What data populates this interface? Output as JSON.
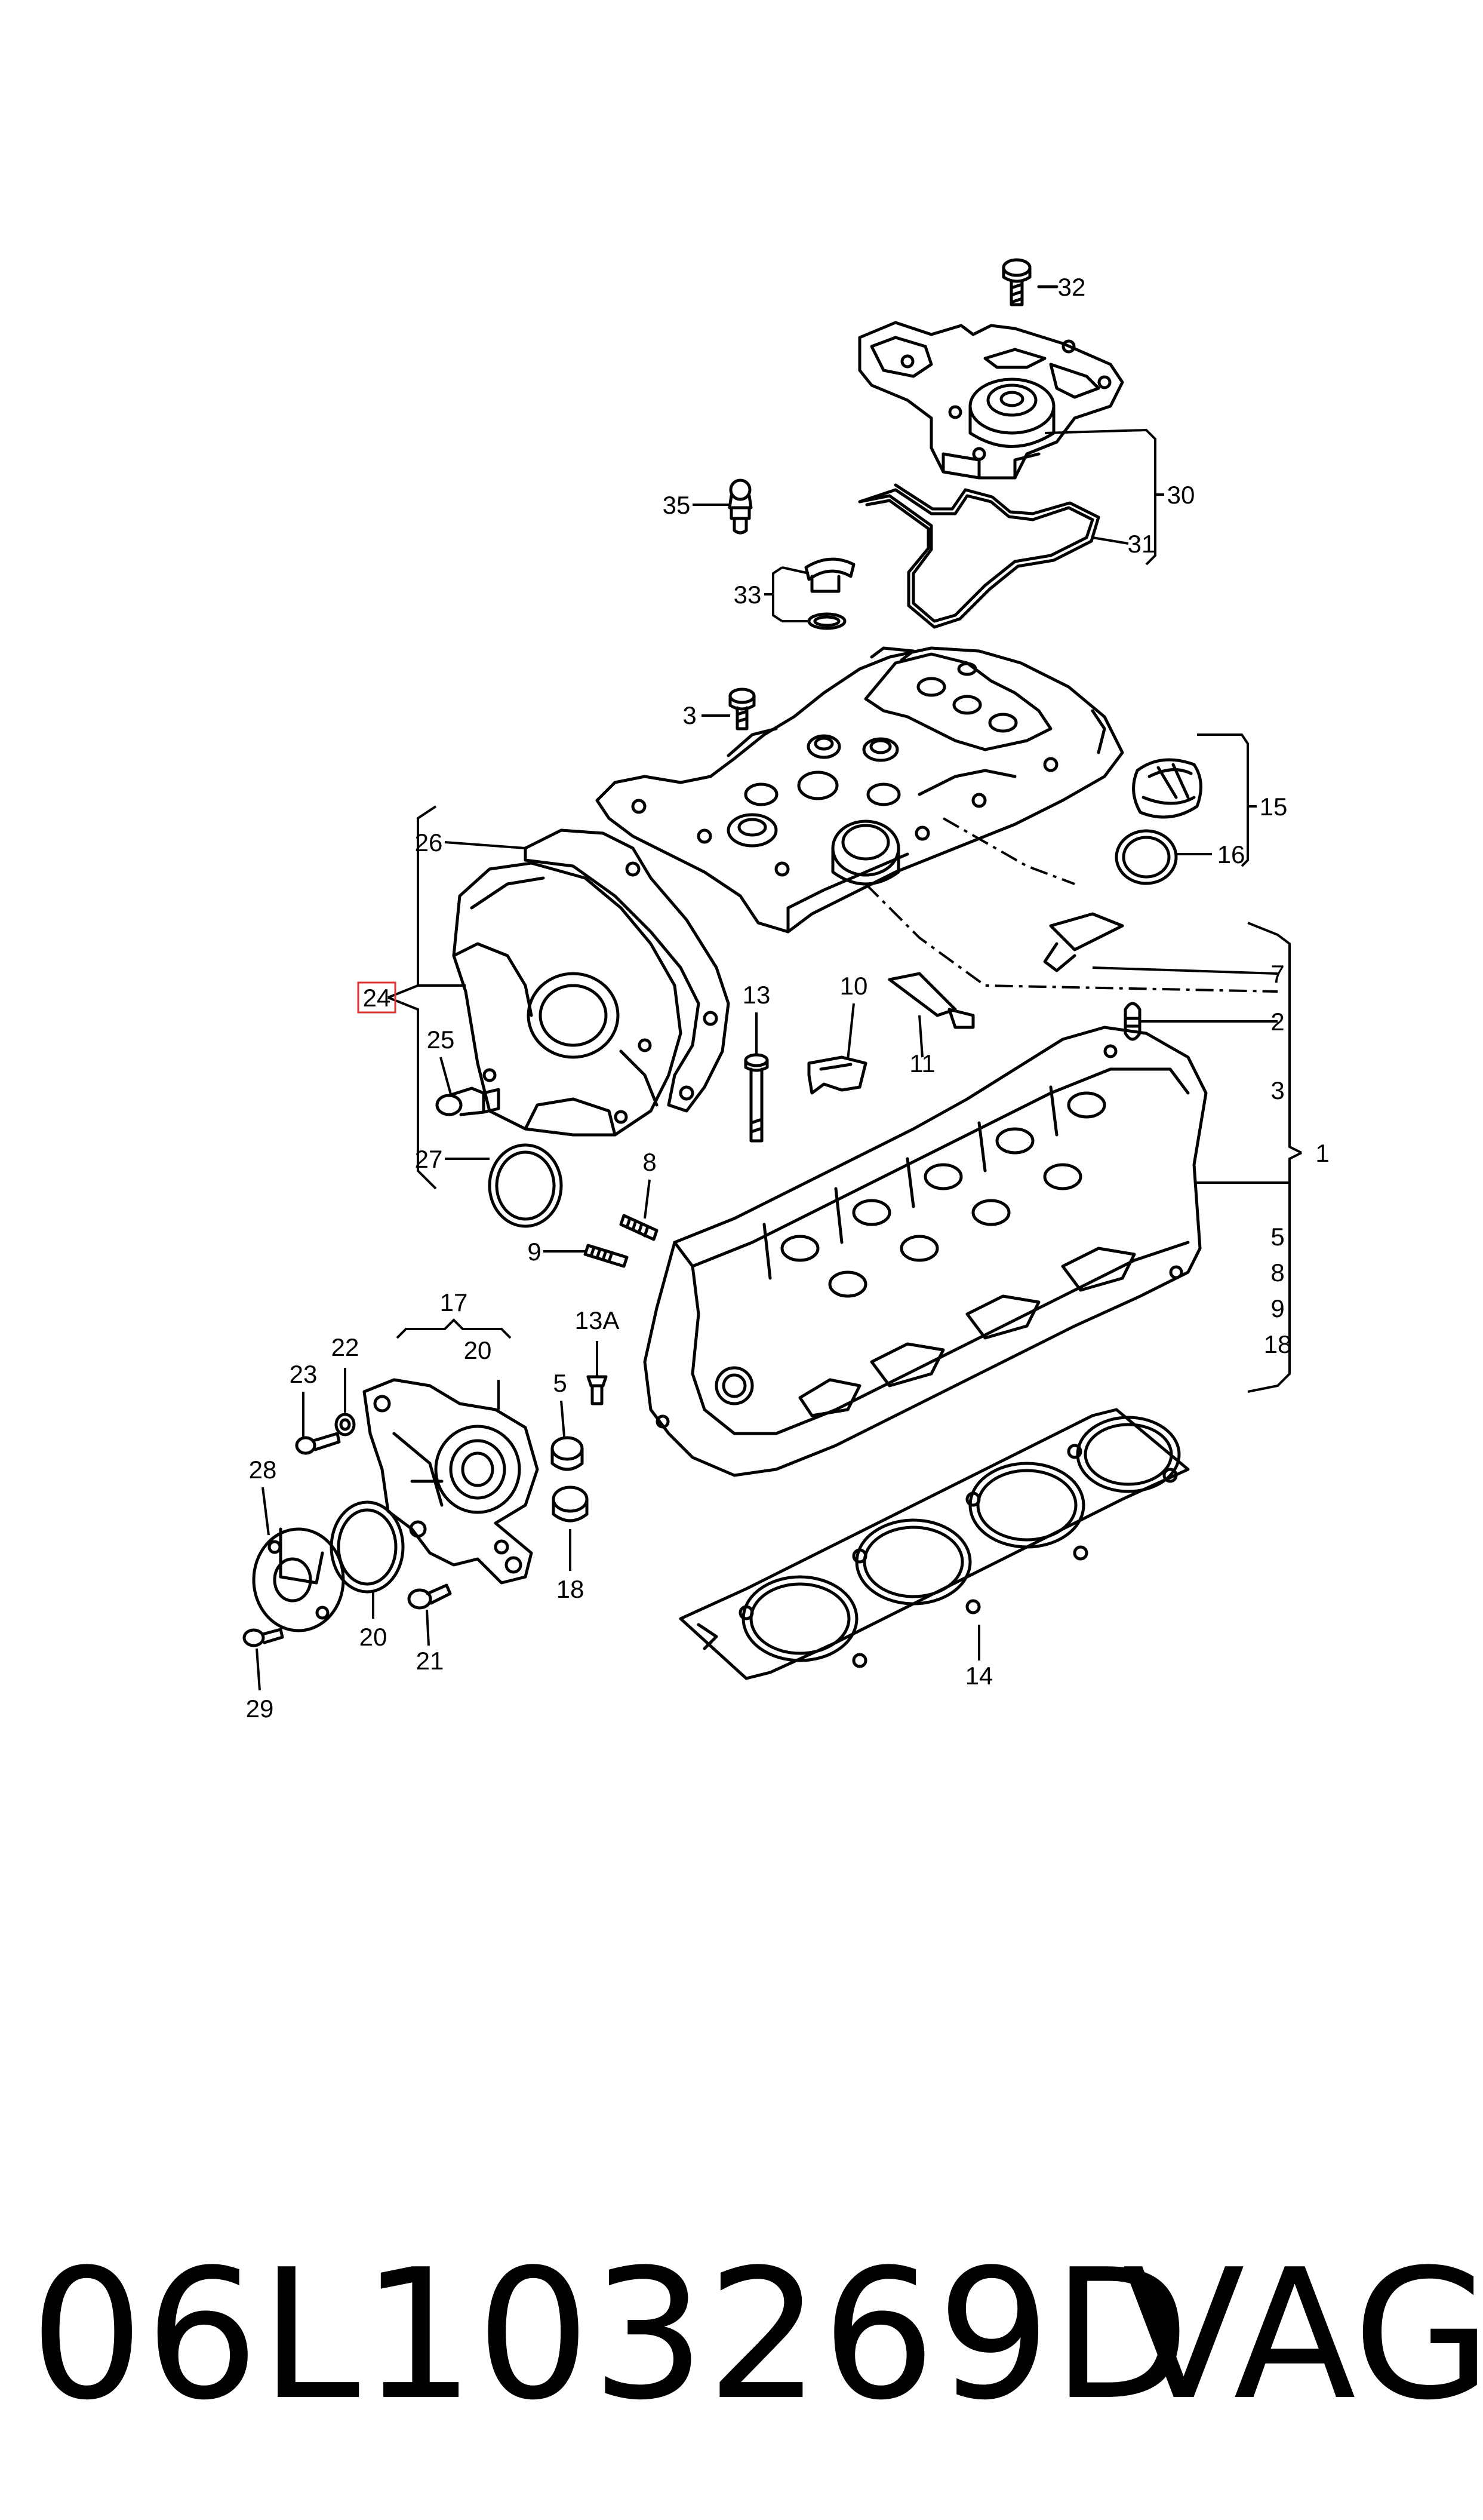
{
  "callouts": [
    {
      "id": "32",
      "label": "32"
    },
    {
      "id": "30",
      "label": "30"
    },
    {
      "id": "31",
      "label": "31"
    },
    {
      "id": "35",
      "label": "35"
    },
    {
      "id": "33",
      "label": "33"
    },
    {
      "id": "3a",
      "label": "3"
    },
    {
      "id": "15",
      "label": "15"
    },
    {
      "id": "16",
      "label": "16"
    },
    {
      "id": "26",
      "label": "26"
    },
    {
      "id": "7",
      "label": "7"
    },
    {
      "id": "24",
      "label": "24"
    },
    {
      "id": "13",
      "label": "13"
    },
    {
      "id": "10",
      "label": "10"
    },
    {
      "id": "11",
      "label": "11"
    },
    {
      "id": "2",
      "label": "2"
    },
    {
      "id": "25",
      "label": "25"
    },
    {
      "id": "3b",
      "label": "3"
    },
    {
      "id": "1",
      "label": "1"
    },
    {
      "id": "27",
      "label": "27"
    },
    {
      "id": "8a",
      "label": "8"
    },
    {
      "id": "9a",
      "label": "9"
    },
    {
      "id": "5a",
      "label": "5"
    },
    {
      "id": "8b",
      "label": "8"
    },
    {
      "id": "9b",
      "label": "9"
    },
    {
      "id": "18a",
      "label": "18"
    },
    {
      "id": "17",
      "label": "17"
    },
    {
      "id": "22",
      "label": "22"
    },
    {
      "id": "20a",
      "label": "20"
    },
    {
      "id": "13A",
      "label": "13A"
    },
    {
      "id": "23",
      "label": "23"
    },
    {
      "id": "5b",
      "label": "5"
    },
    {
      "id": "28",
      "label": "28"
    },
    {
      "id": "18b",
      "label": "18"
    },
    {
      "id": "14",
      "label": "14"
    },
    {
      "id": "20b",
      "label": "20"
    },
    {
      "id": "21",
      "label": "21"
    },
    {
      "id": "29",
      "label": "29"
    }
  ],
  "highlighted_callout": "24",
  "footer": {
    "part_number": "06L103269D",
    "brand": "VAG"
  }
}
